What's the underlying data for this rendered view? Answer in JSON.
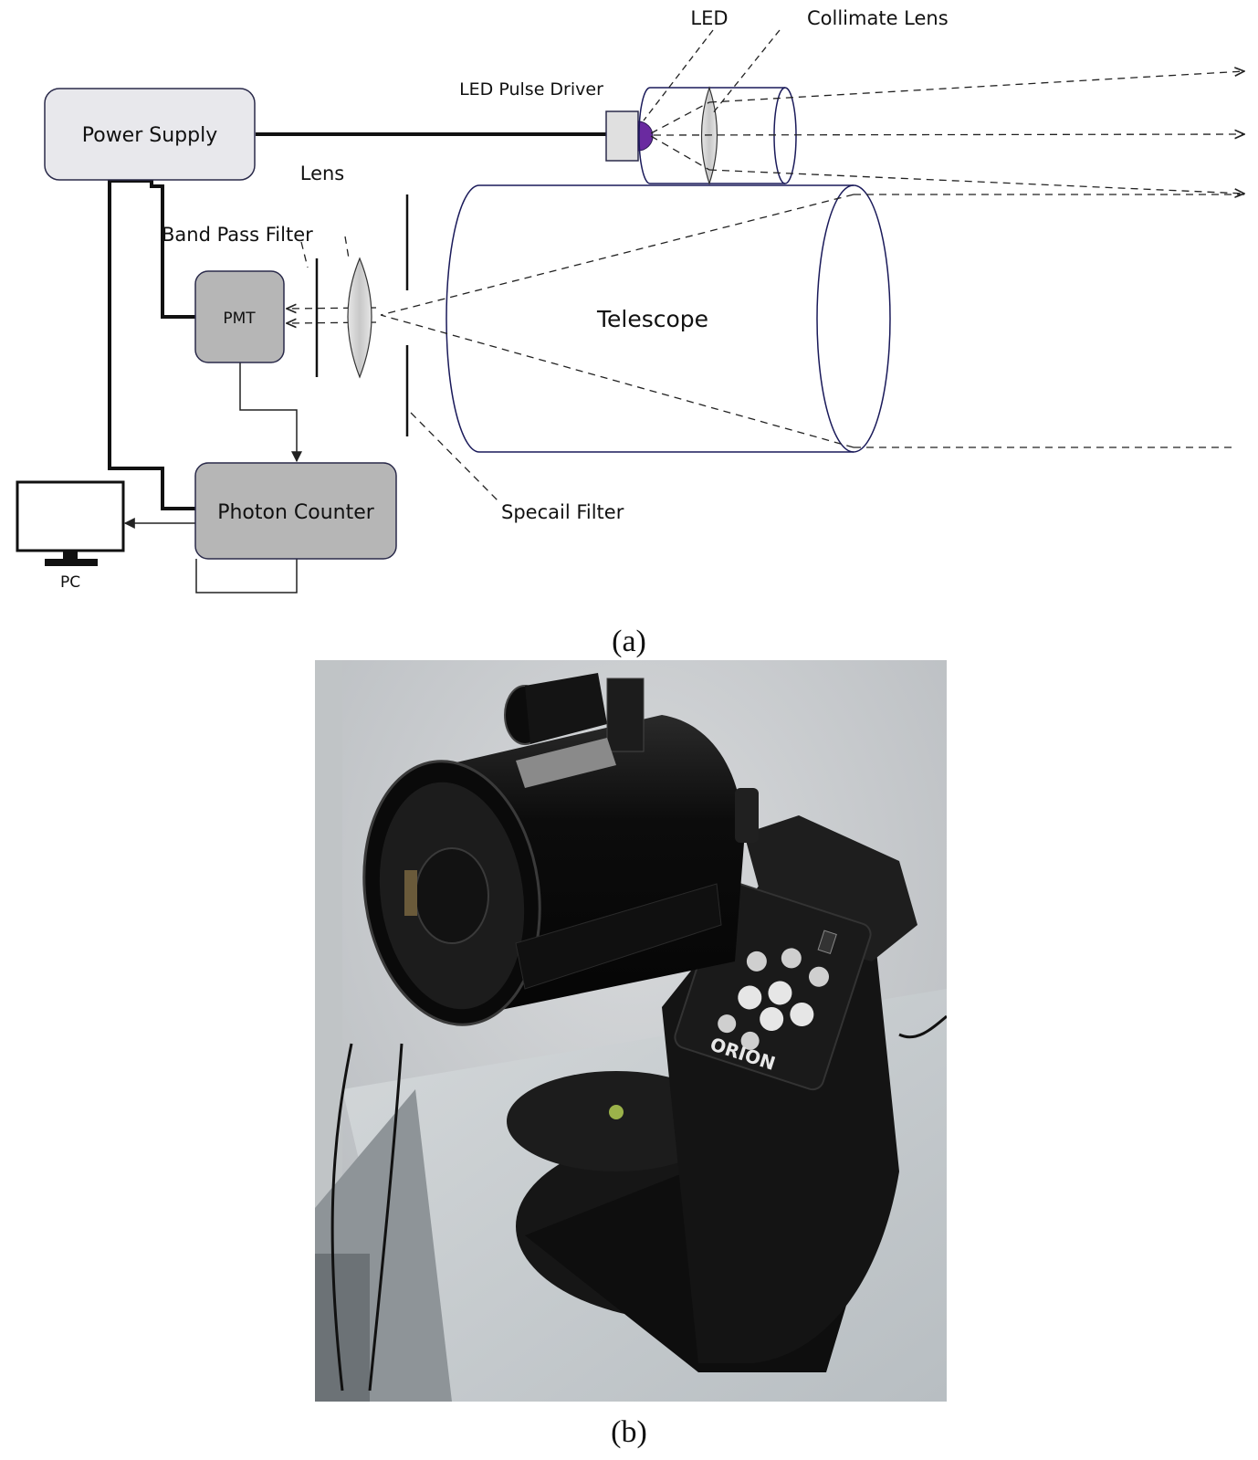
{
  "diagram": {
    "labels": {
      "led": "LED",
      "collimate_lens": "Collimate Lens",
      "led_pulse_driver": "LED Pulse Driver",
      "power_supply": "Power Supply",
      "lens": "Lens",
      "band_pass_filter": "Band Pass Filter",
      "pmt": "PMT",
      "telescope": "Telescope",
      "photon_counter": "Photon Counter",
      "specail_filter": "Specail Filter",
      "pc": "PC"
    },
    "colors": {
      "light_box": "#e8e8ec",
      "dark_box": "#b6b6b6",
      "box_stroke": "#2a2a4a",
      "telescope_stroke": "#1a1a5a",
      "led": "#6a2aa0"
    }
  },
  "captions": {
    "a": "(a)",
    "b": "(b)"
  },
  "photo": {
    "brand": "ORION",
    "icons": [
      "telescope-photo",
      "hand-controller",
      "power-switch"
    ]
  }
}
